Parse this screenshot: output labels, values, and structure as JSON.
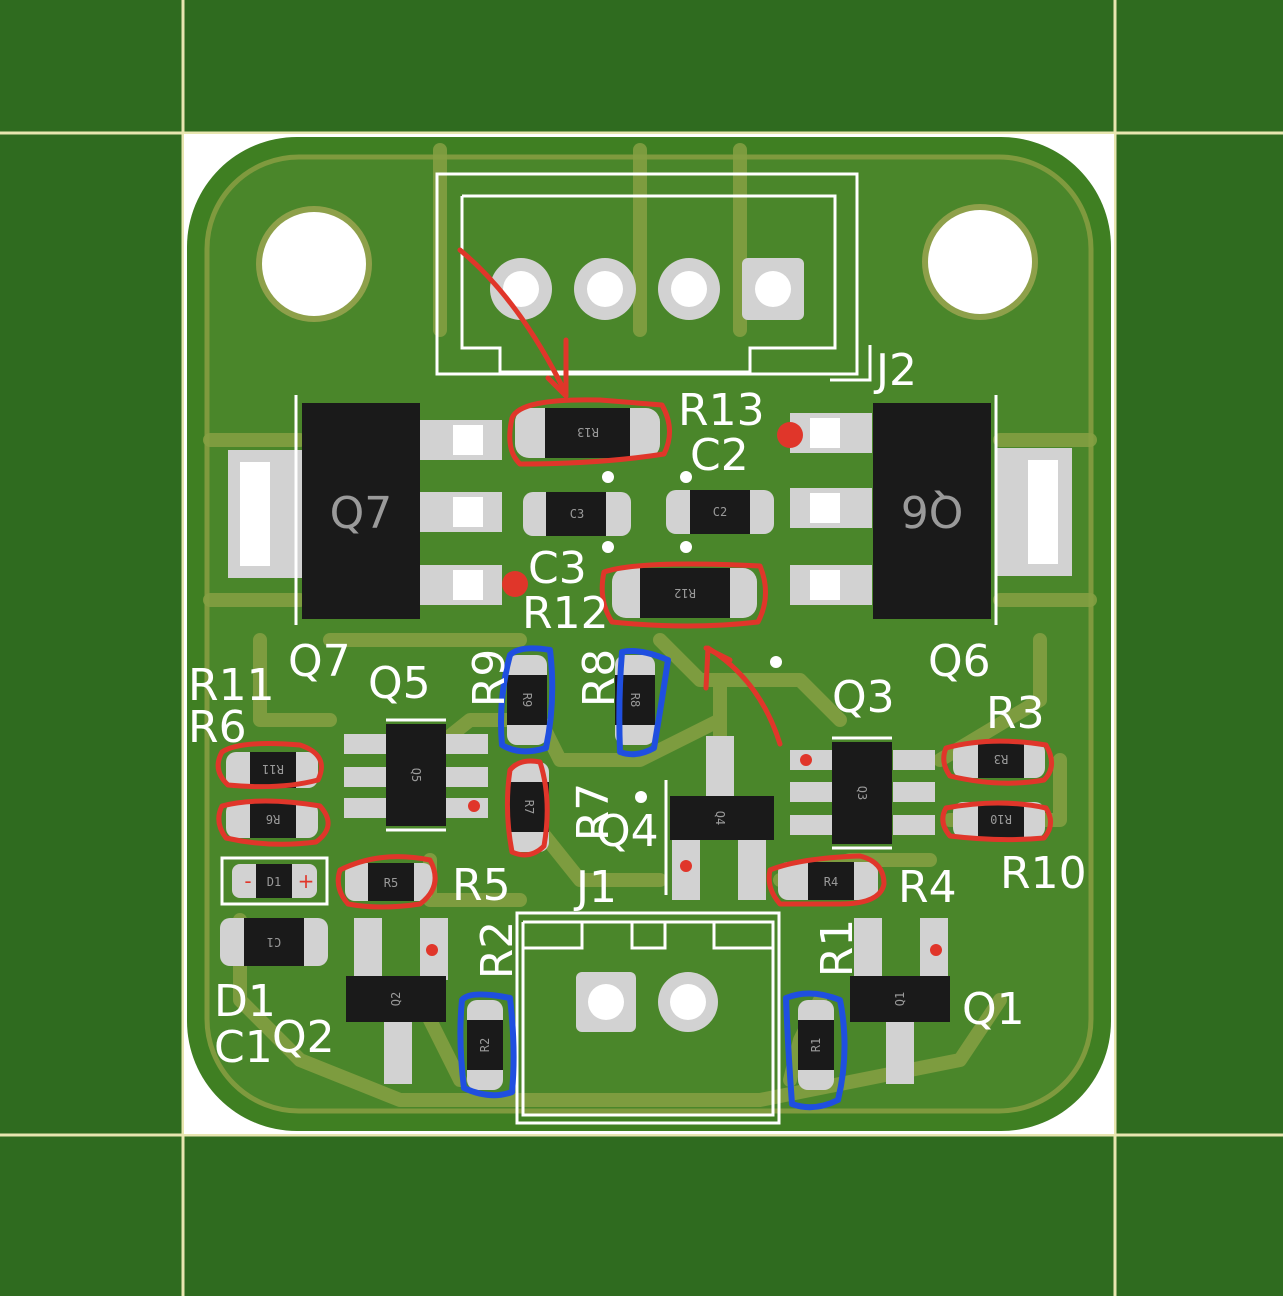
{
  "labels": {
    "J2": "J2",
    "R13": "R13",
    "C2": "C2",
    "C3": "C3",
    "R12": "R12",
    "Q7": "Q7",
    "Q6": "Q6",
    "R9": "R9",
    "R8": "R8",
    "Q3": "Q3",
    "R3": "R3",
    "R11": "R11",
    "R6": "R6",
    "Q5": "Q5",
    "R7": "R7",
    "Q4": "Q4",
    "R10": "R10",
    "R5": "R5",
    "J1": "J1",
    "R4": "R4",
    "R2": "R2",
    "R1": "R1",
    "D1": "D1",
    "C1": "C1",
    "Q2": "Q2",
    "Q1": "Q1"
  },
  "refs": {
    "R13": "R13",
    "R12": "R12",
    "C3": "C3",
    "C2": "C2",
    "Q7": "Q7",
    "Q6": "Q6",
    "R9": "R9",
    "R8": "R8",
    "R7": "R7",
    "R11": "R11",
    "R6": "R6",
    "R5": "R5",
    "R3": "R3",
    "R10": "R10",
    "R4": "R4",
    "R2": "R2",
    "R1": "R1",
    "Q5": "Q5",
    "Q4": "Q4",
    "Q3": "Q3",
    "Q2": "Q2",
    "Q1": "Q1",
    "D1": "D1",
    "C1": "C1"
  },
  "colors": {
    "background": "#2f6b1f",
    "board": "#3f7f22",
    "copper_fill": "#4d8a2b",
    "trace": "#8ea04a",
    "pad": "#d2d2d2",
    "silkscreen": "#ffffff",
    "highlight_red": "#e0362a",
    "highlight_blue": "#1f4fe0"
  }
}
